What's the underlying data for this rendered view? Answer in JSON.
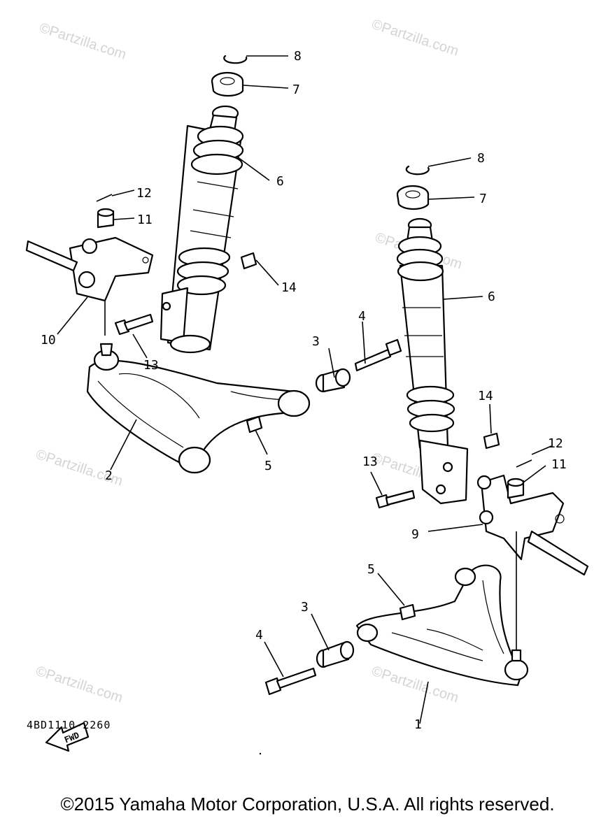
{
  "diagram": {
    "code": "4BD1110-2260",
    "fwd_label": "FWD",
    "copyright": "©2015 Yamaha Motor Corporation, U.S.A. All rights reserved.",
    "watermark": "©Partzilla.com",
    "callouts": [
      "1",
      "2",
      "3",
      "4",
      "5",
      "6",
      "7",
      "8",
      "9",
      "10",
      "11",
      "12",
      "13",
      "14"
    ]
  }
}
